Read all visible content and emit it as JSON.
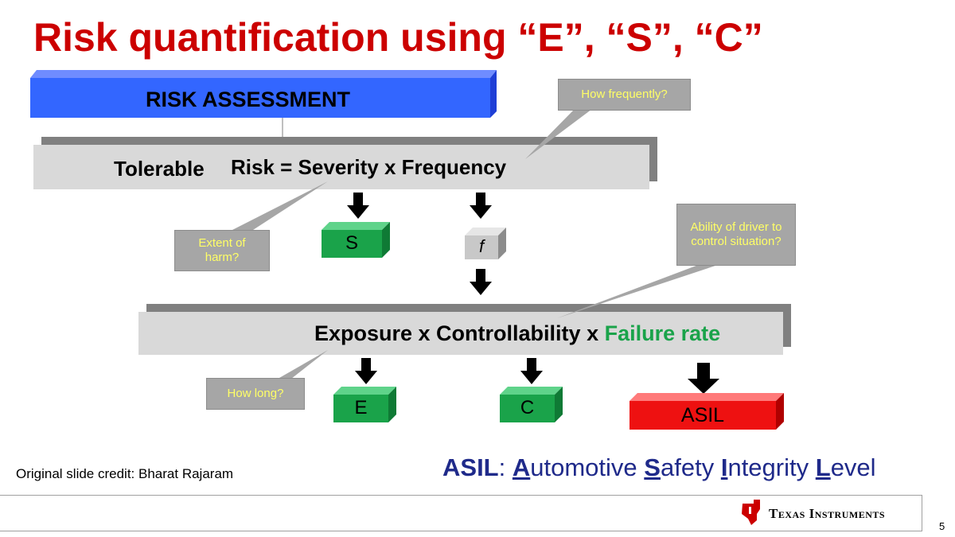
{
  "title": "Risk quantification using “E”, “S”, “C”",
  "risk_assessment_label": "RISK ASSESSMENT",
  "equation1": {
    "tolerable": "Tolerable",
    "rest": "Risk = Severity x Frequency"
  },
  "equation2": {
    "main": "Exposure x Controllability",
    "x": "x",
    "failure_rate": "Failure rate"
  },
  "callouts": {
    "how_frequently": "How frequently?",
    "extent_of_harm": "Extent of harm?",
    "ability_control": "Ability of driver to control situation?",
    "how_long": "How long?"
  },
  "blocks": {
    "s": "S",
    "f": "f",
    "e": "E",
    "c": "C",
    "asil": "ASIL"
  },
  "credit": "Original slide credit: Bharat Rajaram",
  "asil_definition": {
    "asil": "ASIL",
    "colon": ":",
    "a": "A",
    "a_rest": "utomotive",
    "s": "S",
    "s_rest": "afety",
    "i": "I",
    "i_rest": "ntegrity",
    "l": "L",
    "l_rest": "evel"
  },
  "footer": {
    "company": "Texas Instruments",
    "page_number": "5"
  },
  "colors": {
    "title_red": "#cc0000",
    "assessment_blue": "#3366ff",
    "block_green": "#1aa34a",
    "asil_red": "#ee1111",
    "failure_rate_green": "#1aa34a",
    "callout_text": "#ffff66",
    "definition_blue": "#1f2a8a"
  }
}
